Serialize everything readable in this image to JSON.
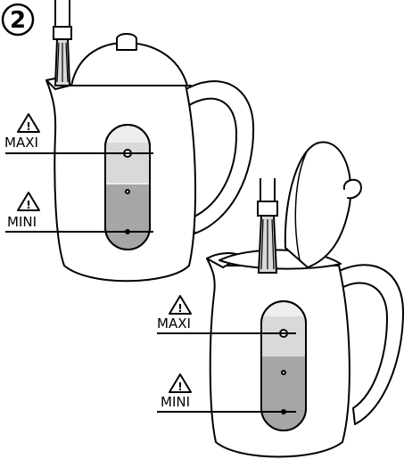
{
  "step_number": "2",
  "kettle_left": {
    "max_label": "MAXI",
    "min_label": "MINI"
  },
  "kettle_right": {
    "max_label": "MAXI",
    "min_label": "MINI"
  },
  "warning_icon": "warning-triangle-icon",
  "colors": {
    "outline": "#000000",
    "water_dark": "#a6a6a6",
    "water_light": "#d9d9d9",
    "window_bg": "#eeeeee",
    "white": "#ffffff"
  }
}
